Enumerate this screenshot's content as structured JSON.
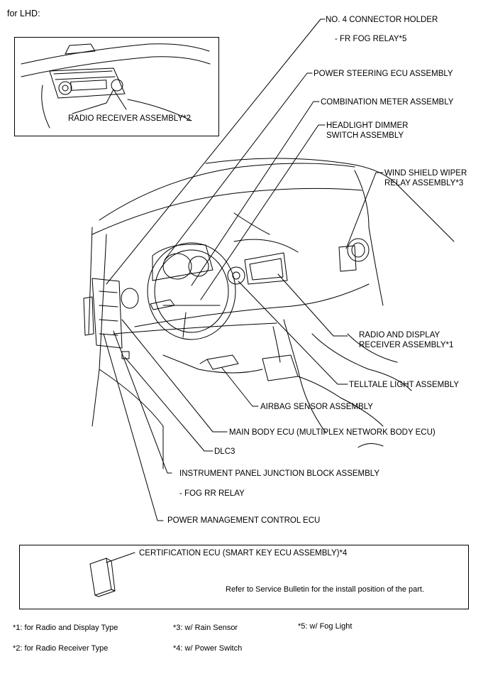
{
  "header": {
    "variant": "for LHD:"
  },
  "inset_top": {
    "label": "RADIO RECEIVER ASSEMBLY*2"
  },
  "labels": {
    "no4_connector_holder": "NO. 4 CONNECTOR HOLDER",
    "fr_fog_relay": "- FR FOG RELAY*5",
    "power_steering_ecu": "POWER STEERING ECU ASSEMBLY",
    "combination_meter": "COMBINATION METER ASSEMBLY",
    "headlight_dimmer_1": "HEADLIGHT DIMMER",
    "headlight_dimmer_2": "SWITCH ASSEMBLY",
    "wiper_relay_1": "WIND SHIELD WIPER",
    "wiper_relay_2": "RELAY ASSEMBLY*3",
    "radio_display_1": "RADIO AND DISPLAY",
    "radio_display_2": "RECEIVER ASSEMBLY*1",
    "telltale_light": "TELLTALE LIGHT ASSEMBLY",
    "airbag_sensor": "AIRBAG SENSOR ASSEMBLY",
    "main_body_ecu": "MAIN BODY ECU (MULTIPLEX NETWORK BODY ECU)",
    "dlc3": "DLC3",
    "instrument_panel_jb": "INSTRUMENT PANEL JUNCTION BLOCK ASSEMBLY",
    "fog_rr_relay": "- FOG RR RELAY",
    "power_mgmt_ecu": "POWER MANAGEMENT CONTROL ECU"
  },
  "inset_bottom": {
    "label": "CERTIFICATION ECU (SMART KEY ECU ASSEMBLY)*4",
    "note": "Refer to Service Bulletin for the install position of the part."
  },
  "footnotes": {
    "n1": "*1: for Radio and Display Type",
    "n2": "*2: for Radio Receiver Type",
    "n3": "*3: w/ Rain Sensor",
    "n4": "*4: w/ Power Switch",
    "n5": "*5: w/ Fog Light"
  }
}
